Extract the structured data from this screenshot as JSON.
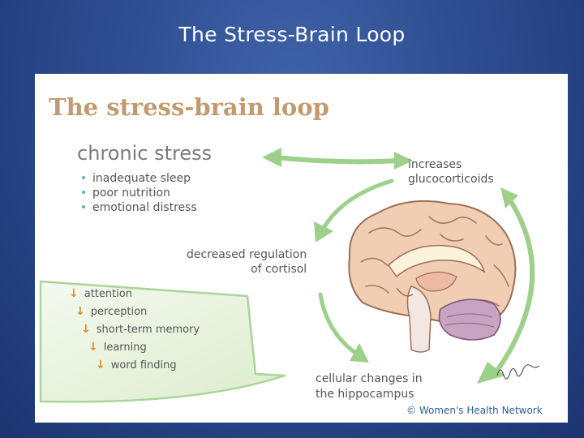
{
  "slide": {
    "title": "The Stress-Brain Loop"
  },
  "figure": {
    "heading": "The stress-brain loop",
    "chronic_stress": {
      "title": "chronic stress",
      "causes": [
        "inadequate sleep",
        "poor nutrition",
        "emotional distress"
      ]
    },
    "increases": [
      "increases",
      "glucocorticoids"
    ],
    "decreased_regulation": [
      "decreased regulation",
      "of cortisol"
    ],
    "cellular_changes": [
      "cellular changes in",
      "the hippocampus"
    ],
    "effects": [
      "attention",
      "perception",
      "short-term memory",
      "learning",
      "word finding"
    ],
    "credit": "© Women's Health Network",
    "colors": {
      "arrow_green": "#9dd08a",
      "heading": "#c39a6e",
      "down_arrow": "#e0892a",
      "bullet": "#6aa6d8",
      "brain": "#f1cdb4",
      "credit": "#2d5e99"
    },
    "icons": [
      "down-arrow-icon",
      "brain-illustration",
      "signature"
    ]
  }
}
